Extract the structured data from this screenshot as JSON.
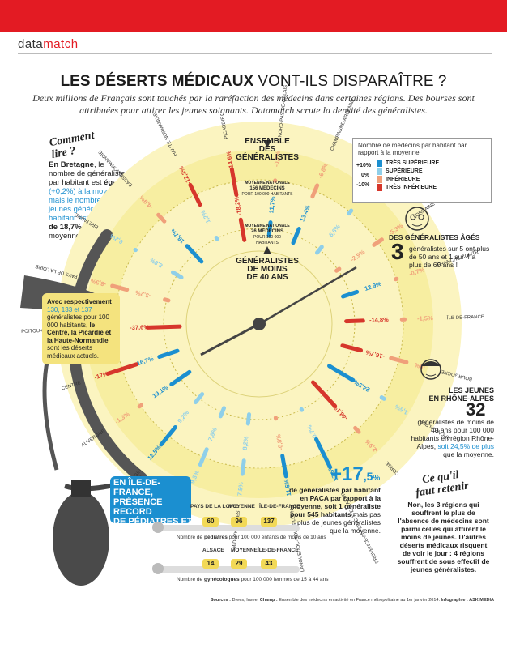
{
  "brand": {
    "part1": "data",
    "part2": "match"
  },
  "title": {
    "bold": "LES DÉSERTS MÉDICAUX",
    "rest": " VONT-ILS DISPARAÎTRE ?"
  },
  "subtitle": "Deux millions de Français sont touchés par la raréfaction des médecins dans certaines régions. Des bourses sont attribuées pour attirer les jeunes soignants. Datamatch scrute la densité des généralistes.",
  "comment_lire": {
    "heading": "Comment lire ?",
    "text_parts": [
      "En Bretagne",
      ", le nombre de généralistes par habitant est ",
      "égal",
      " (+0,2%) à la moyenne mais le nombre de jeunes généralistes par habitant est ",
      "supérieur de 18,7%",
      " à la moyenne."
    ]
  },
  "dial": {
    "outer_heading": [
      "ENSEMBLE",
      "DES",
      "GÉNÉRALISTES"
    ],
    "outer_badge": [
      "MOYENNE NATIONALE",
      "156 MÉDECINS",
      "POUR 100 000 HABITANTS"
    ],
    "inner_badge": [
      "MOYENNE NATIONALE",
      "26 MÉDECINS",
      "POUR 100 000",
      "HABITANTS"
    ],
    "inner_heading": [
      "GÉNÉRALISTES",
      "DE MOINS",
      "DE 40 ANS"
    ]
  },
  "regions": [
    {
      "name": "PICARDIE",
      "all": "-14,6%",
      "young": "-18,2%"
    },
    {
      "name": "NORD-PAS-DE-CALAIS",
      "all": "-0,2%",
      "young": "11,7%"
    },
    {
      "name": "CHAMPAGNE-ARDENNE",
      "all": "-6,8%",
      "young": "13,4%"
    },
    {
      "name": "ALSACE",
      "all": "2,1%",
      "young": "6,6%"
    },
    {
      "name": "LORRAINE",
      "all": "-5,3%",
      "young": "-2,9%"
    },
    {
      "name": "FRANCHE-COMTÉ",
      "all": "-0,7%",
      "young": "12,9%"
    },
    {
      "name": "ÎLE-DE-FRANCE",
      "all": "-1,5%",
      "young": "-14,8%"
    },
    {
      "name": "BOURGOGNE",
      "all": "-9%",
      "young": "-16,7%"
    },
    {
      "name": "RHÔNE-ALPES",
      "all": "1,6%",
      "young": "24,5%"
    },
    {
      "name": "CORSE",
      "all": "-2,9%",
      "young": "-48,1%"
    },
    {
      "name": "PROVENCE-ALPES-CÔTE D'AZUR",
      "all": "17,5%",
      "young": "0,7%"
    },
    {
      "name": "LANGUEDOC-ROUSSILLON",
      "all": "11,6%",
      "young": "-0,8%"
    },
    {
      "name": "MIDI-PYRÉNÉES",
      "all": "7,5%",
      "young": "8,2%"
    },
    {
      "name": "AQUITAINE",
      "all": "9,3%",
      "young": "7,8%"
    },
    {
      "name": "LIMOUSIN",
      "all": "12,5%",
      "young": "9,2%"
    },
    {
      "name": "AUVERGNE",
      "all": "-1,3%",
      "young": "19,1%"
    },
    {
      "name": "CENTRE",
      "all": "-17%",
      "young": "16,7%"
    },
    {
      "name": "POITOU-CHARENTES",
      "all": "0,6%",
      "young": "-37,6%"
    },
    {
      "name": "PAYS DE LA LOIRE",
      "all": "-8,5%",
      "young": "-3,2%"
    },
    {
      "name": "BRETAGNE",
      "all": "0,2%",
      "young": "8,8%"
    },
    {
      "name": "BASSE-NORMANDIE",
      "all": "-4,9%",
      "young": "18,7%"
    },
    {
      "name": "HAUTE-NORMANDIE",
      "all": "-12,3%",
      "young": "1,2%"
    }
  ],
  "legend": {
    "header": "Nombre de médecins par habitant par rapport à la moyenne",
    "items": [
      {
        "label": "TRÈS SUPÉRIEURE",
        "pct": "+10%",
        "color": "#1b8fd0"
      },
      {
        "label": "SUPÉRIEURE",
        "pct": "",
        "color": "#8fcfe9"
      },
      {
        "label": "INFÉRIEURE",
        "pct": "0%",
        "color": "#f0a07a"
      },
      {
        "label": "TRÈS INFÉRIEURE",
        "pct": "-10%",
        "color": "#d6362b"
      }
    ]
  },
  "ages": {
    "heading": "DES GÉNÉRALISTES ÂGÉS",
    "number": "3",
    "text": "généralistes sur 5 ont plus de 50 ans et 1 sur 4 a plus de 60 ans !"
  },
  "rhone": {
    "heading": [
      "LES JEUNES",
      "EN RHÔNE-ALPES"
    ],
    "number": "32",
    "text_parts": [
      "généralistes de moins de 40 ans pour 100 000 habitants en région Rhône-Alpes, ",
      "soit 24,5% de plus",
      " que la moyenne."
    ]
  },
  "centre_note": {
    "text_parts": [
      "Avec respectivement ",
      "130, 133 et 137",
      " généralistes pour 100 000 habitants, ",
      "le Centre, la Picardie et la Haute-Normandie",
      " sont les déserts médicaux actuels."
    ]
  },
  "paca": {
    "number": "+17",
    "decimal": ",5",
    "pct": "%",
    "text_parts": [
      "de généralistes par habitant en PACA par rapport à la moyenne, ",
      "soit 1 généraliste pour 545 habitants",
      " mais pas plus de jeunes généralistes que la moyenne."
    ]
  },
  "retenir": {
    "heading": [
      "Ce qu'il",
      "faut retenir"
    ],
    "text": [
      "Non, les 3 régions qui souffrent le plus de l'absence de médecins sont parmi celles qui attirent le moins de jeunes. D'autres déserts médicaux risquent de voir le jour : 4 régions souffrent de sous effectif de jeunes généralistes."
    ]
  },
  "idf_box": [
    "EN ÎLE-DE-FRANCE,",
    "PRÉSENCE RECORD",
    "DE PÉDIATRES ET",
    "DE GYNÉCOLOGUES"
  ],
  "pediatres": {
    "headers": [
      "PAYS DE LA LOIRE",
      "MOYENNE",
      "ÎLE-DE-FRANCE"
    ],
    "values": [
      "60",
      "96",
      "137"
    ],
    "caption_pre": "Nombre de ",
    "caption_bold": "pédiatres",
    "caption_post": " pour 100 000 enfants de moins de 10 ans"
  },
  "gyneco": {
    "headers": [
      "ALSACE",
      "MOYENNE",
      "ÎLE-DE-FRANCE"
    ],
    "values": [
      "14",
      "29",
      "43"
    ],
    "caption_pre": "Nombre de ",
    "caption_bold": "gynécologues",
    "caption_post": " pour 100 000 femmes de 15 à 44 ans"
  },
  "sources": {
    "label": "Sources :",
    "text": " Drees, Insee. ",
    "champ": "Champ :",
    "champ_text": " Ensemble des médecins en activité en France métropolitaine au 1er janvier 2014. ",
    "infographie": "Infographie :",
    "brand": " ASK MEDIA"
  }
}
